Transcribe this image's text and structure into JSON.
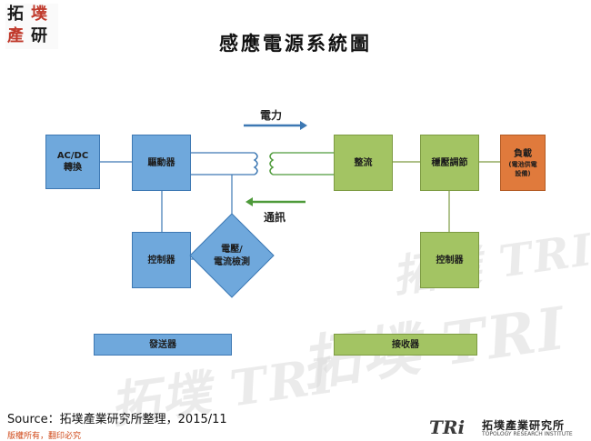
{
  "logo": {
    "line1": "拓",
    "line2": "墣",
    "line3": "產",
    "line4": "研"
  },
  "title": "感應電源系統圖",
  "diagram": {
    "acdc": {
      "line1": "AC/DC",
      "line2": "轉換"
    },
    "driver": "驅動器",
    "controller_tx": "控制器",
    "detector": {
      "line1": "電壓/",
      "line2": "電流檢測"
    },
    "rectifier": "整流",
    "regulator": "穩壓調節",
    "load": {
      "line1": "負載",
      "line2": "(電池供電",
      "line3": "設備)"
    },
    "controller_rx": "控制器",
    "transmitter_label": "發送器",
    "receiver_label": "接收器",
    "power_arrow_label": "電力",
    "comm_arrow_label": "通訊",
    "colors": {
      "tx": "#6fa8dc",
      "rx": "#a3c463",
      "load": "#e07a3c",
      "line_blue": "#3d78b3",
      "line_green": "#4e9a3a"
    }
  },
  "watermark": {
    "text": "拓墣 TRI"
  },
  "footer": {
    "source": "Source：拓墣產業研究所整理，2015/11",
    "copyright": "版權所有，翻印必究",
    "tri_logo": "TRi",
    "tri_cn": "拓墣產業研究所",
    "tri_en": "TOPOLOGY RESEARCH INSTITUTE"
  }
}
